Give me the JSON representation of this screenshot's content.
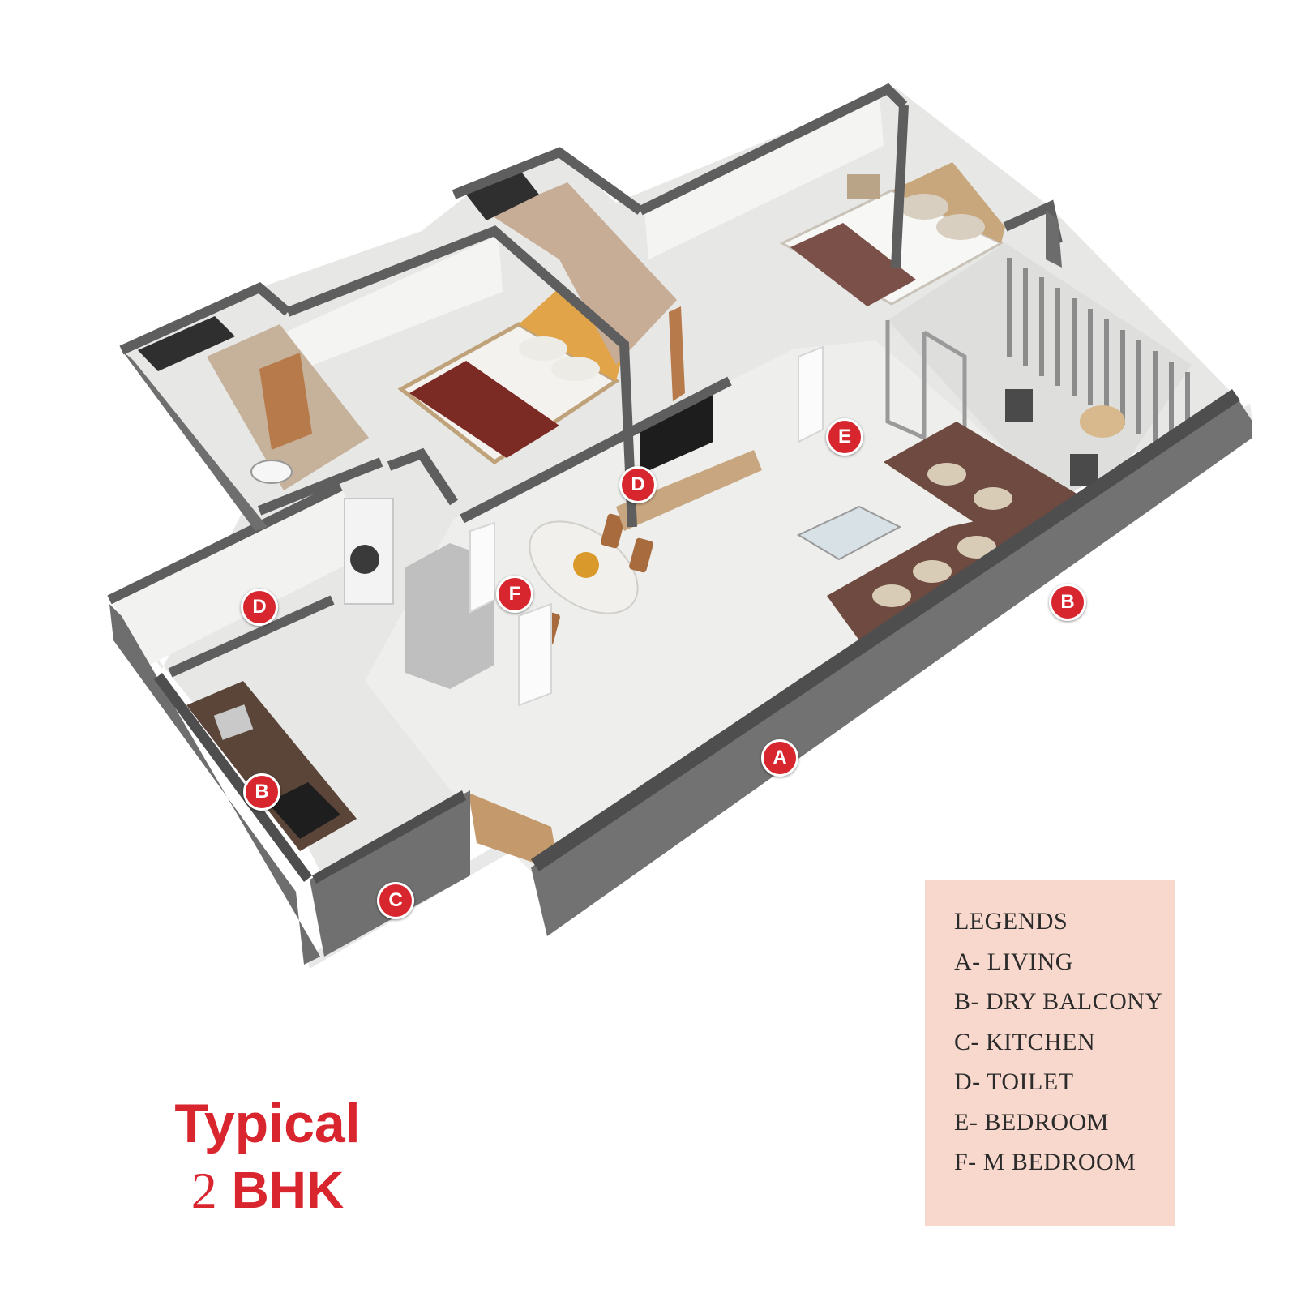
{
  "title": {
    "line1": "Typical",
    "line2_number": "2",
    "line2_text": "BHK"
  },
  "legend": {
    "heading": "LEGENDS",
    "items": [
      "A- LIVING",
      "B- DRY BALCONY",
      "C- KITCHEN",
      "D- TOILET",
      "E- BEDROOM",
      "F- M BEDROOM"
    ]
  },
  "markers": {
    "a": "A",
    "b_balcony": "B",
    "b_kitchen": "B",
    "c": "C",
    "d_left": "D",
    "d_center": "D",
    "e": "E",
    "f": "F"
  },
  "colors": {
    "marker": "#d7262e",
    "title": "#d9252e",
    "legend_bg": "#f8d8cd",
    "wall": "#707070",
    "floor": "#e6e6e4"
  }
}
